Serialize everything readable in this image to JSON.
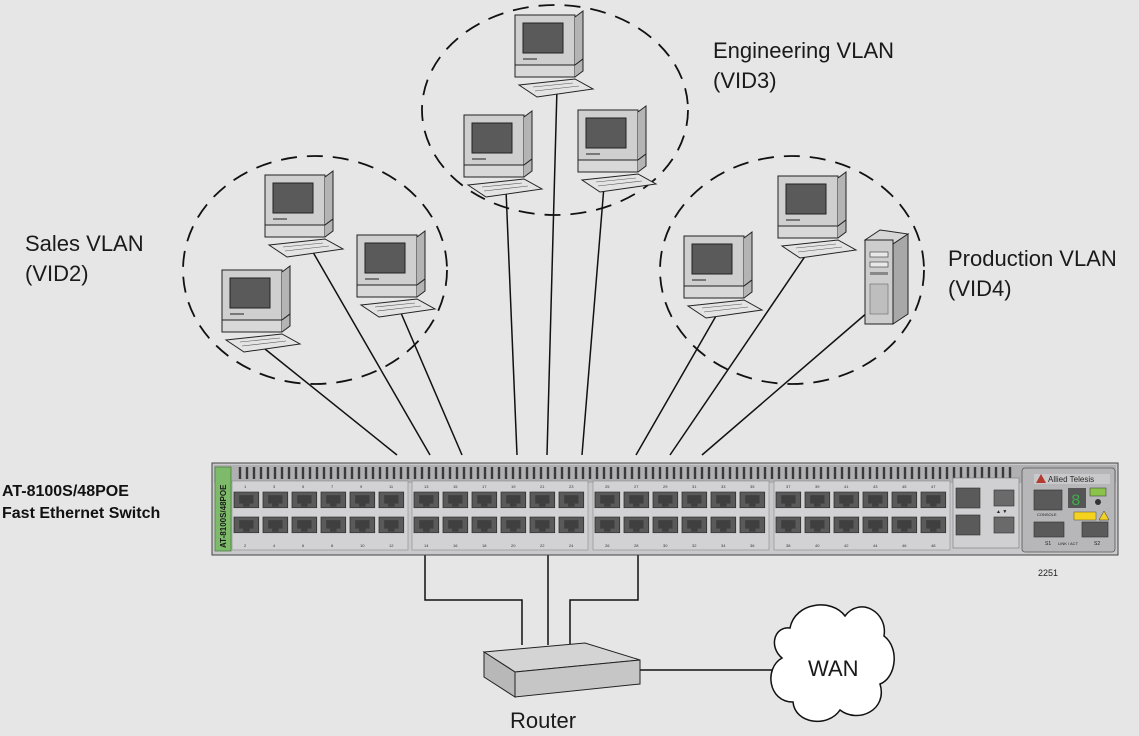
{
  "vlans": [
    {
      "name": "Sales VLAN",
      "vid": "(VID2)"
    },
    {
      "name": "Engineering VLAN",
      "vid": "(VID3)"
    },
    {
      "name": "Production VLAN",
      "vid": "(VID4)"
    }
  ],
  "switch": {
    "model": "AT-8100S/48POE",
    "description": "Fast Ethernet Switch",
    "side_label": "AT-8100S/48POE",
    "brand": "Allied Telesis",
    "console_label": "CONSOLE",
    "link_act_label": "LINK / ACT",
    "s1_label": "S1",
    "s2_label": "S2",
    "top_port_numbers": [
      "1",
      "3",
      "5",
      "7",
      "9",
      "11",
      "13",
      "15",
      "17",
      "19",
      "21",
      "23",
      "25",
      "27",
      "29",
      "31",
      "33",
      "35",
      "37",
      "39",
      "41",
      "43",
      "45",
      "47"
    ],
    "bottom_port_numbers": [
      "2",
      "4",
      "6",
      "8",
      "10",
      "12",
      "14",
      "16",
      "18",
      "20",
      "22",
      "24",
      "26",
      "28",
      "30",
      "32",
      "34",
      "36",
      "38",
      "40",
      "42",
      "44",
      "46",
      "48"
    ]
  },
  "figure_number": "2251",
  "router_label": "Router",
  "wan_label": "WAN",
  "colors": {
    "background": "#e6e6e7",
    "switch_body": "#c8c8ca",
    "side_panel": "#7dba6a",
    "port": "#585858"
  }
}
